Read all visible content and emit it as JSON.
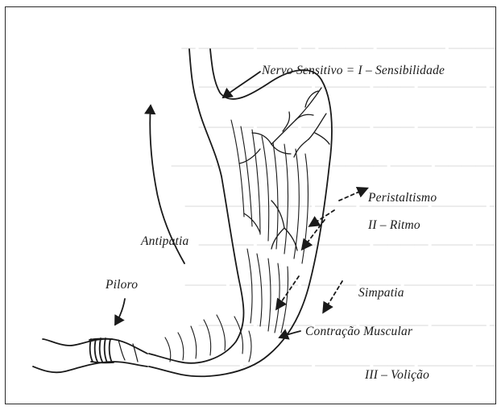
{
  "labels": {
    "nervo": "Nervo Sensitivo = I – Sensibilidade",
    "peristaltismo": "Peristaltismo",
    "ritmo": "II – Ritmo",
    "antipatia": "Antipatia",
    "piloro": "Piloro",
    "simpatia": "Simpatia",
    "contracao": "Contração Muscular",
    "volicao": "III – Volição"
  },
  "colors": {
    "ink": "#1a1a1a",
    "frame": "#2a2a2a",
    "bleed_text": "#d4d4d4"
  }
}
